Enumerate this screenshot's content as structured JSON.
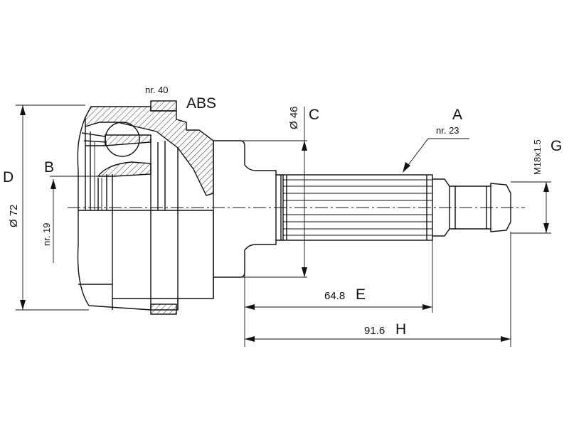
{
  "labels": {
    "nr40": "nr. 40",
    "abs": "ABS",
    "d46": "Ø 46",
    "c": "C",
    "a": "A",
    "nr23": "nr. 23",
    "m18": "M18x1.5",
    "g": "G",
    "d": "D",
    "b": "B",
    "d72": "Ø 72",
    "nr19": "nr. 19",
    "e_val": "64.8",
    "e": "E",
    "h_val": "91.6",
    "h": "H"
  }
}
